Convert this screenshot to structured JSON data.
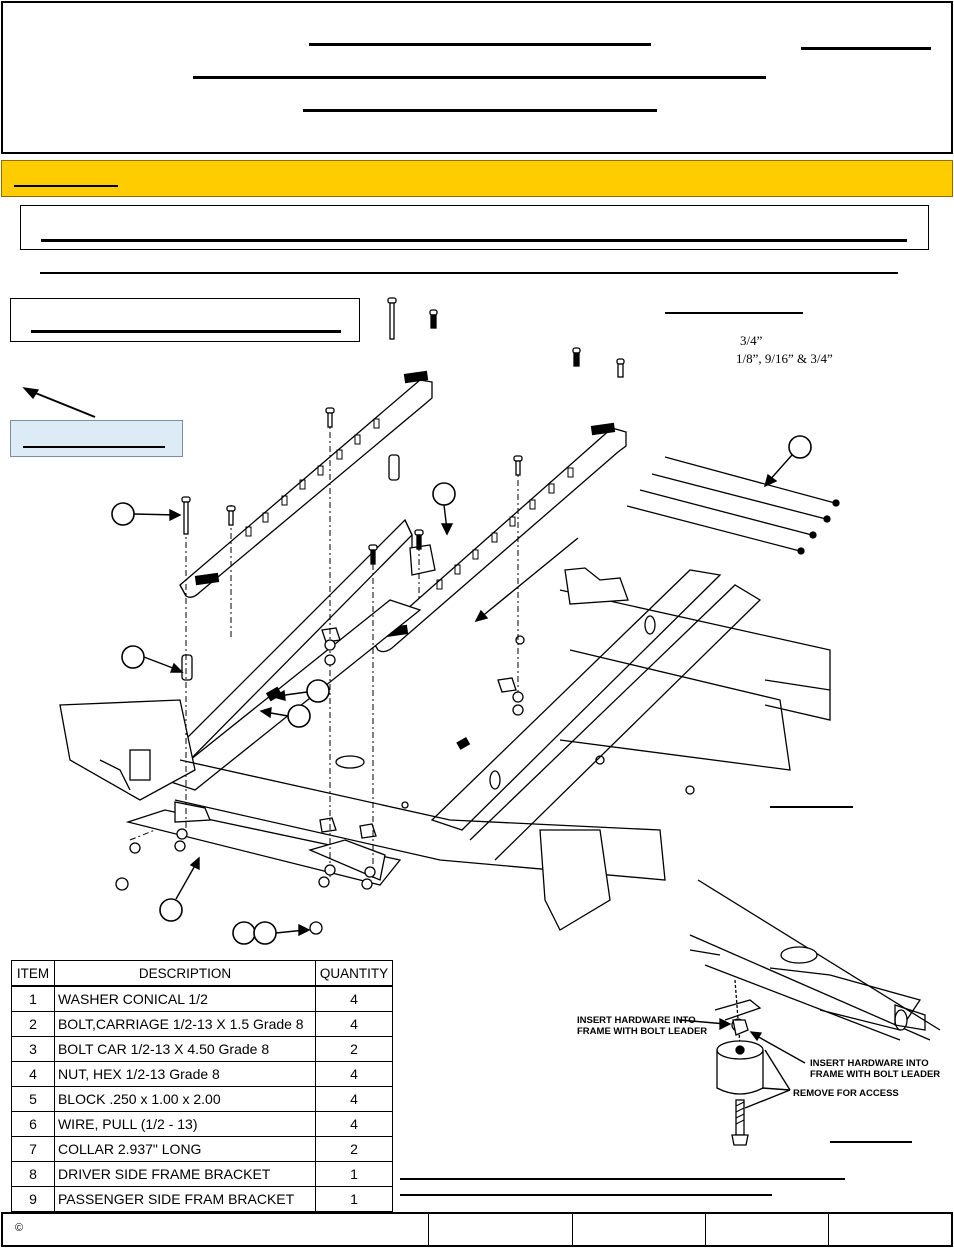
{
  "spec_lines": [
    "3/4”",
    "1/8”, 9/16” & 3/4”"
  ],
  "inset_callouts": [
    "INSERT HARDWARE INTO FRAME WITH BOLT LEADER",
    "INSERT HARDWARE  INTO FRAME WITH BOLT LEADER",
    "REMOVE FOR ACCESS"
  ],
  "parts_table": {
    "headers": [
      "ITEM",
      "DESCRIPTION",
      "QUANTITY"
    ],
    "rows": [
      {
        "item": "1",
        "description": "WASHER CONICAL 1/2",
        "quantity": "4"
      },
      {
        "item": "2",
        "description": "BOLT,CARRIAGE 1/2-13 X 1.5 Grade 8",
        "quantity": "4"
      },
      {
        "item": "3",
        "description": "BOLT CAR 1/2-13 X 4.50 Grade 8",
        "quantity": "2"
      },
      {
        "item": "4",
        "description": "NUT, HEX 1/2-13 Grade 8",
        "quantity": "4"
      },
      {
        "item": "5",
        "description": "BLOCK .250 x 1.00 x 2.00",
        "quantity": "4"
      },
      {
        "item": "6",
        "description": "WIRE, PULL (1/2 - 13)",
        "quantity": "4"
      },
      {
        "item": "7",
        "description": "COLLAR 2.937\" LONG",
        "quantity": "2"
      },
      {
        "item": "8",
        "description": "DRIVER SIDE FRAME BRACKET",
        "quantity": "1"
      },
      {
        "item": "9",
        "description": "PASSENGER SIDE FRAM BRACKET",
        "quantity": "1"
      }
    ]
  },
  "footer": {
    "copyright": "©"
  },
  "colors": {
    "band": "#FFCC00",
    "blue_box": "#DCEBF6"
  }
}
